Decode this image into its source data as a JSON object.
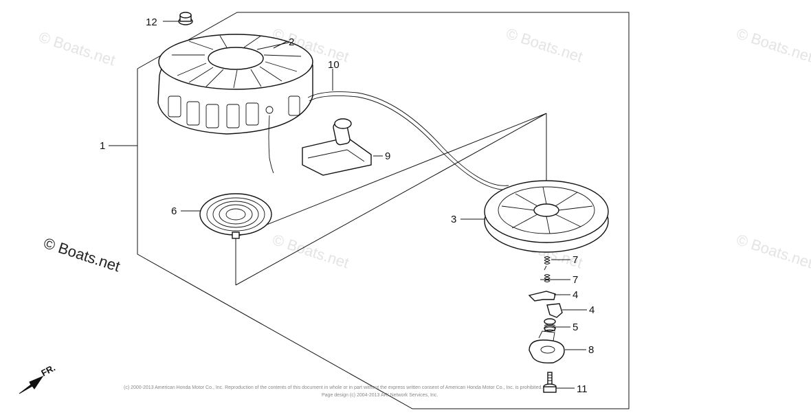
{
  "watermark": {
    "text": "© Boats.net",
    "faint_text": "© Boats.net"
  },
  "callouts": {
    "c1": "1",
    "c2": "2",
    "c3": "3",
    "c4a": "4",
    "c4b": "4",
    "c5": "5",
    "c6": "6",
    "c7a": "7",
    "c7b": "7",
    "c8": "8",
    "c9": "9",
    "c10": "10",
    "c11": "11",
    "c12": "12"
  },
  "direction_label": "FR.",
  "copyright": {
    "line1": "(c) 2000-2013 American Honda Motor Co., Inc. Reproduction of the contents of this document in whole or in part without the express written consent of American Honda Motor Co., Inc. is prohibited.",
    "line2": "Page design (c) 2004-2013 ARI Network Services, Inc."
  },
  "colors": {
    "line": "#111111",
    "watermark_faint": "#e4e4e4",
    "background": "#ffffff"
  }
}
